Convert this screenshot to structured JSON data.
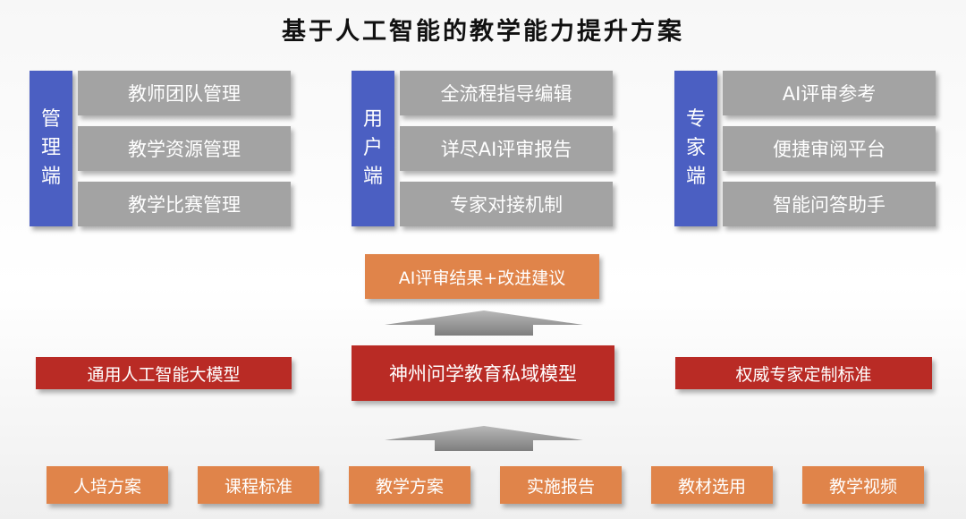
{
  "title": "基于人工智能的教学能力提升方案",
  "columns": [
    {
      "label": "管理端",
      "items": [
        "教师团队管理",
        "教学资源管理",
        "教学比赛管理"
      ]
    },
    {
      "label": "用户端",
      "items": [
        "全流程指导编辑",
        "详尽AI评审报告",
        "专家对接机制"
      ]
    },
    {
      "label": "专家端",
      "items": [
        "AI评审参考",
        "便捷审阅平台",
        "智能问答助手"
      ]
    }
  ],
  "result_box": "AI评审结果+改进建议",
  "middle_row": {
    "left": "通用人工智能大模型",
    "center": "神州问学教育私域模型",
    "right": "权威专家定制标准"
  },
  "bottom_row": [
    "人培方案",
    "课程标准",
    "教学方案",
    "实施报告",
    "教材选用",
    "教学视频"
  ],
  "colors": {
    "side_label": "#4b5fc2",
    "gray_box": "#a3a3a3",
    "orange_box": "#e0844a",
    "red_box": "#b92b25",
    "arrow": "#8f8f8f"
  }
}
